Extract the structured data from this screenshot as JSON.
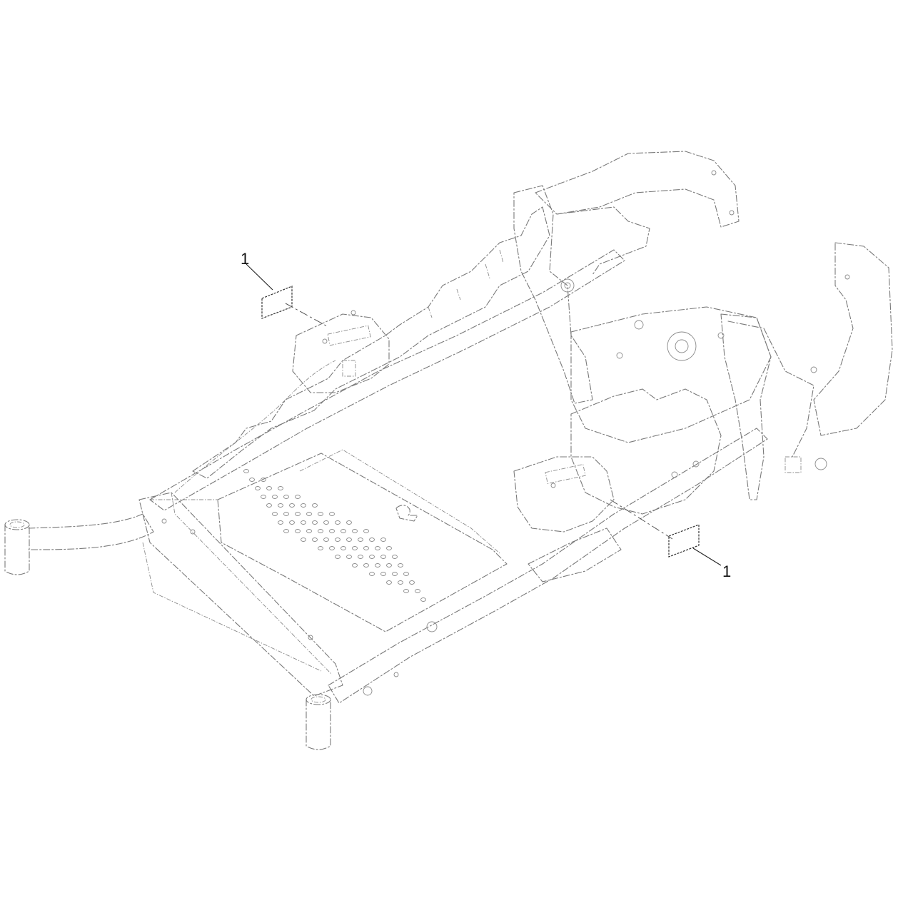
{
  "callouts": [
    {
      "id": "callout-upper-left",
      "label": "1"
    },
    {
      "id": "callout-lower-right",
      "label": "1"
    }
  ]
}
